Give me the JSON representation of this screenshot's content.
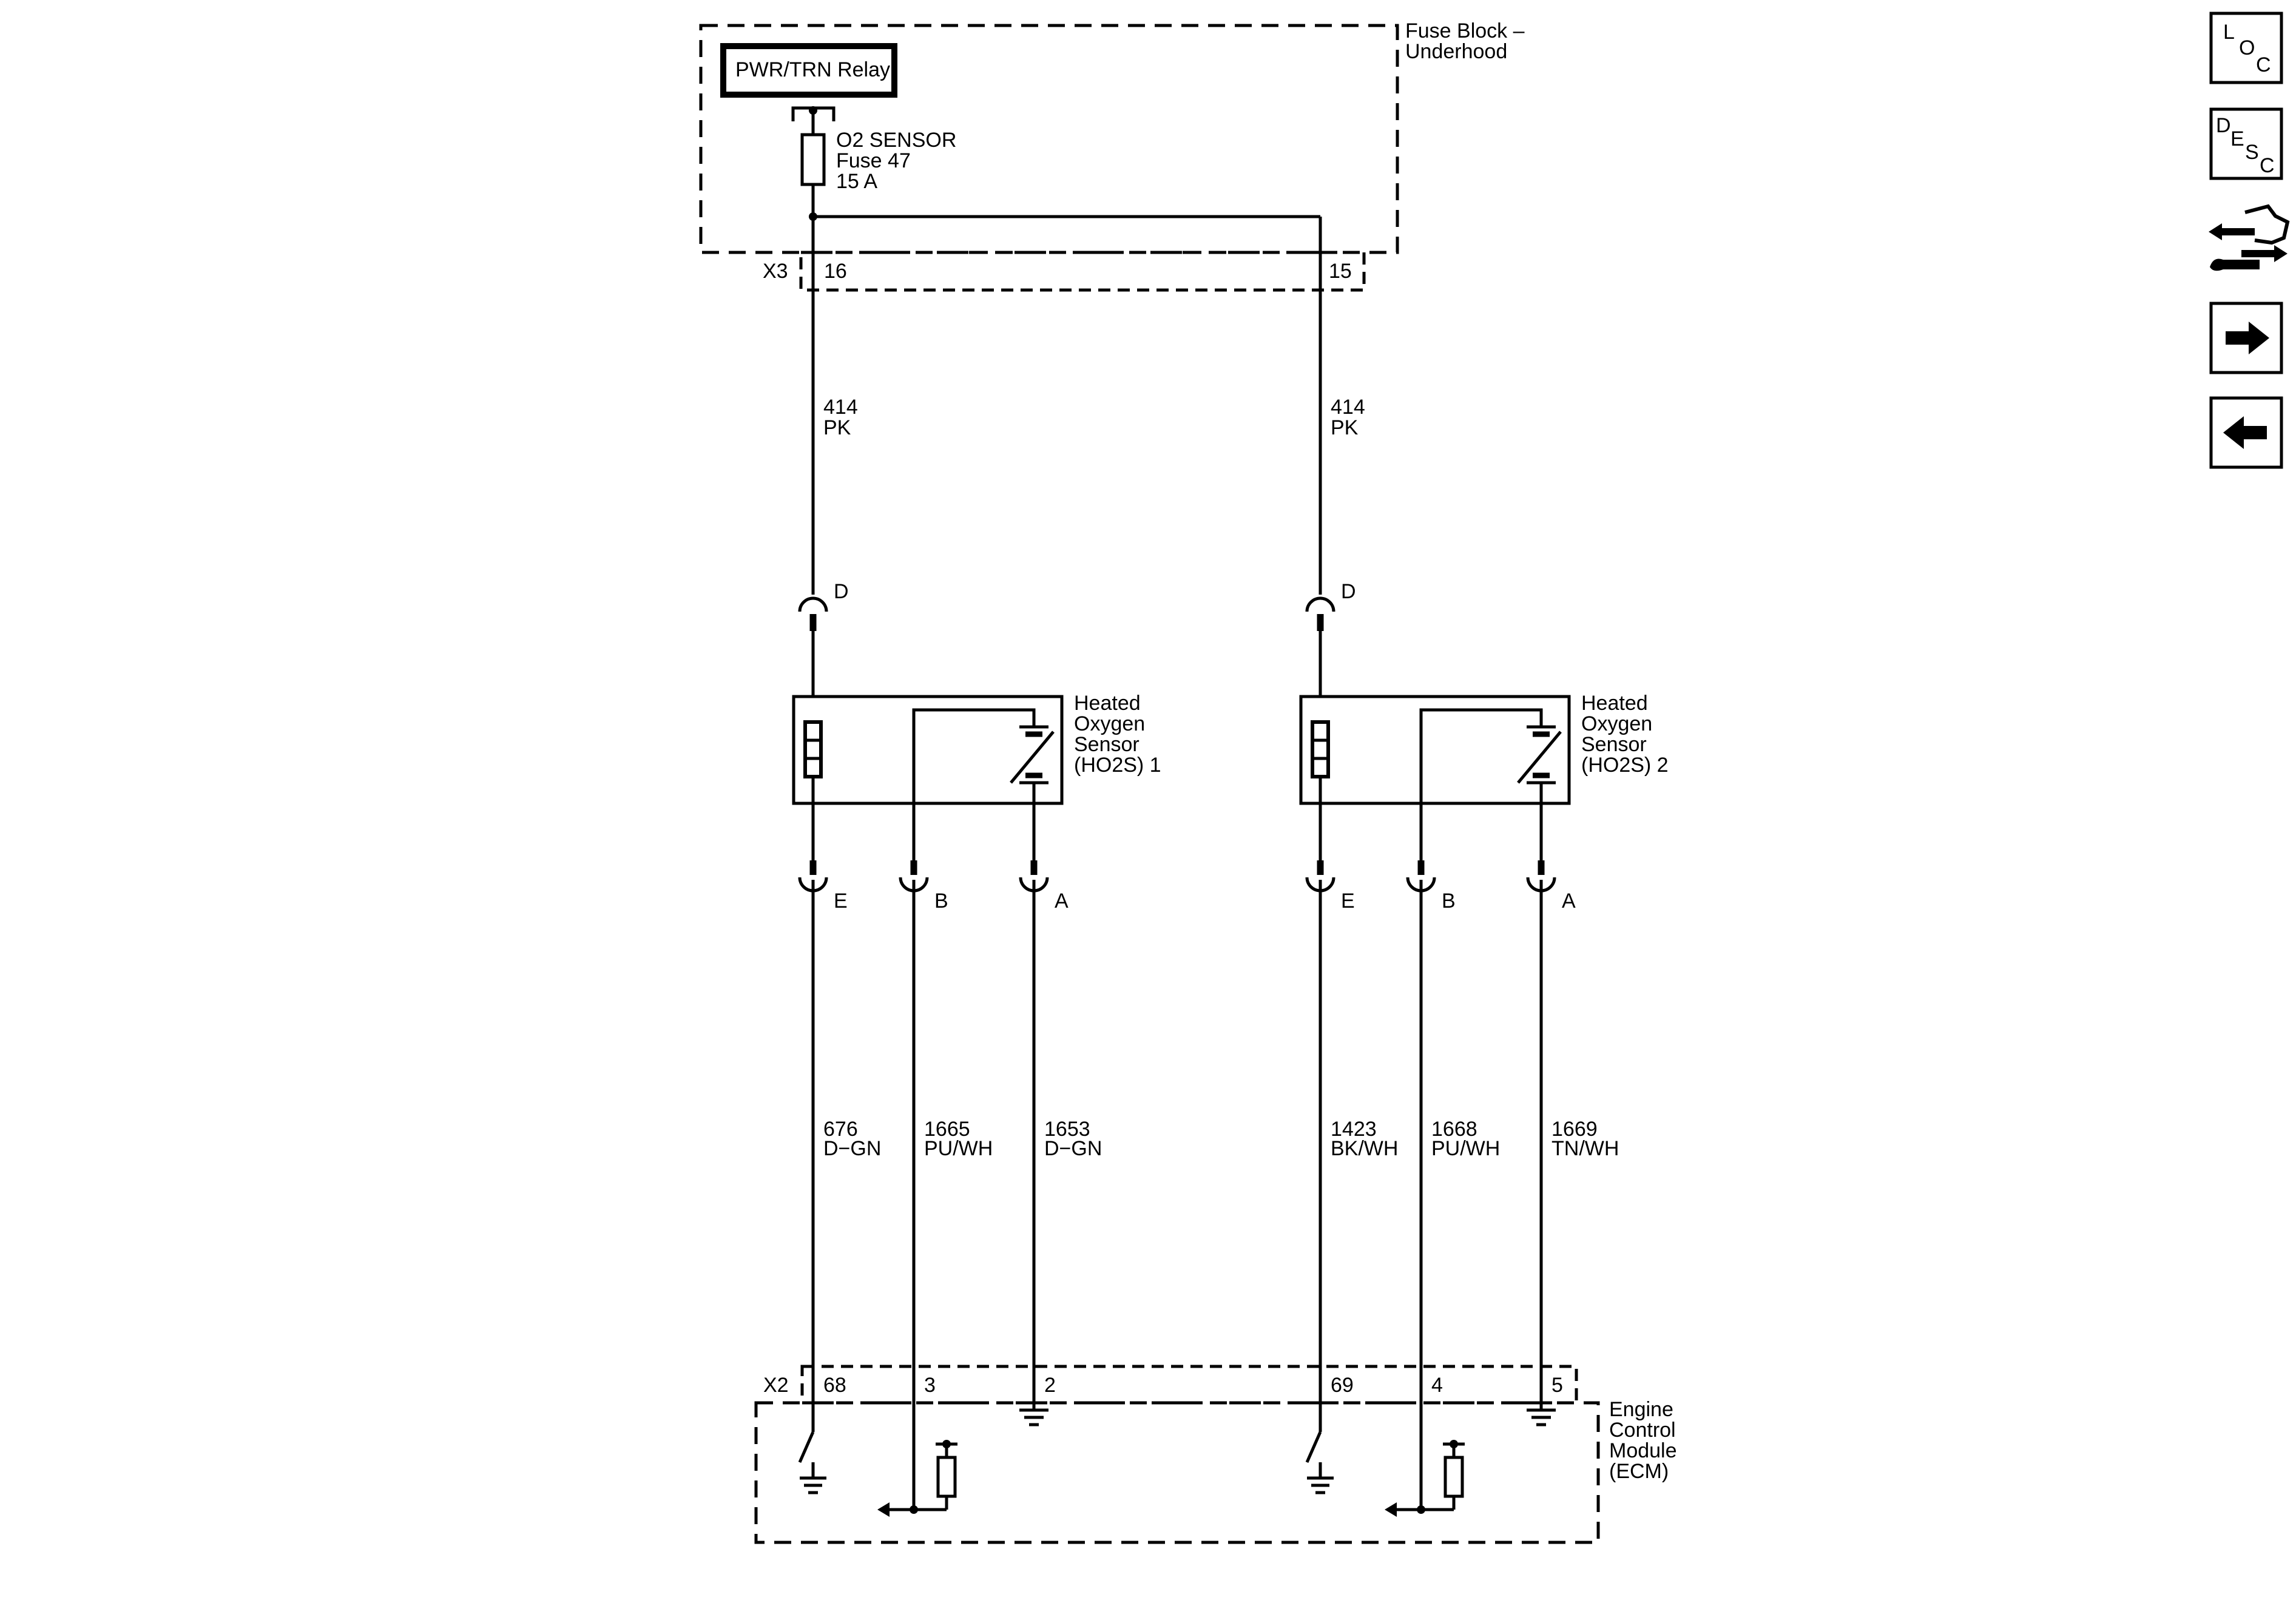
{
  "fuse_block": {
    "name_line1": "Fuse Block –",
    "name_line2": "Underhood",
    "relay_label": "PWR/TRN Relay",
    "fuse_line1": "O2 SENSOR",
    "fuse_line2": "Fuse 47",
    "fuse_line3": "15 A",
    "connector": "X3",
    "pin_left": "16",
    "pin_right": "15"
  },
  "upper_wires": [
    {
      "circuit": "414",
      "color": "PK"
    },
    {
      "circuit": "414",
      "color": "PK"
    }
  ],
  "sensors": [
    {
      "name": [
        "Heated",
        "Oxygen",
        "Sensor",
        "(HO2S) 1"
      ],
      "top_pin": "D",
      "bottom_pins": [
        "E",
        "B",
        "A"
      ],
      "wires": [
        {
          "circuit": "676",
          "color": "D−GN"
        },
        {
          "circuit": "1665",
          "color": "PU/WH"
        },
        {
          "circuit": "1653",
          "color": "D−GN"
        }
      ],
      "ecm_pins": [
        "68",
        "3",
        "2"
      ]
    },
    {
      "name": [
        "Heated",
        "Oxygen",
        "Sensor",
        "(HO2S) 2"
      ],
      "top_pin": "D",
      "bottom_pins": [
        "E",
        "B",
        "A"
      ],
      "wires": [
        {
          "circuit": "1423",
          "color": "BK/WH"
        },
        {
          "circuit": "1668",
          "color": "PU/WH"
        },
        {
          "circuit": "1669",
          "color": "TN/WH"
        }
      ],
      "ecm_pins": [
        "69",
        "4",
        "5"
      ]
    }
  ],
  "ecm": {
    "connector": "X2",
    "name": [
      "Engine",
      "Control",
      "Module",
      "(ECM)"
    ]
  },
  "side_nav": {
    "loc": [
      "L",
      "O",
      "C"
    ],
    "desc": [
      "D",
      "E",
      "S",
      "C"
    ]
  },
  "icons": [
    "loc-icon",
    "desc-icon",
    "connector-tool-icon",
    "forward-arrow-icon",
    "back-arrow-icon"
  ]
}
